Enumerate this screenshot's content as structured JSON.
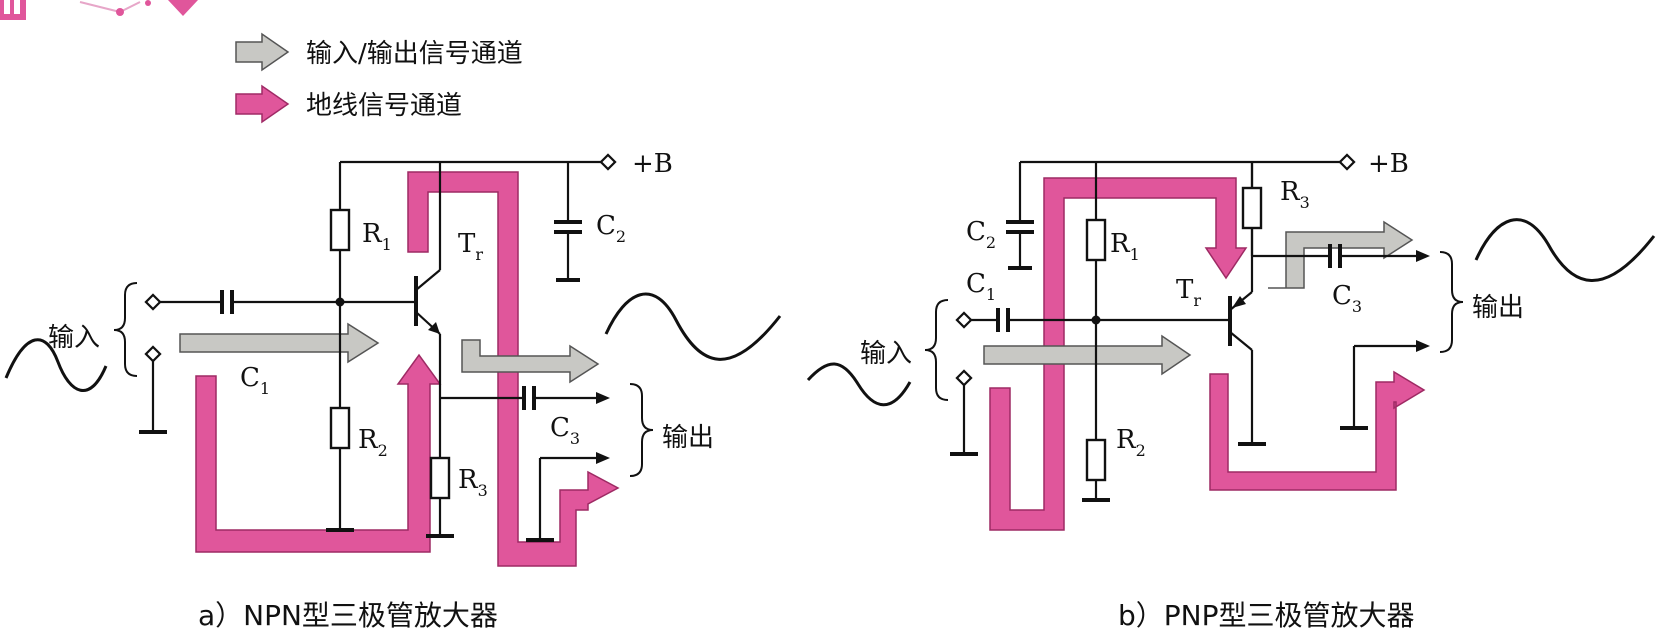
{
  "legend": {
    "io_path": "输入/输出信号通道",
    "ground_path": "地线信号通道"
  },
  "colors": {
    "io_arrow_fill": "#c8c8c4",
    "ground_arrow_fill": "#e0569b",
    "line": "#111111"
  },
  "left": {
    "supply": "+B",
    "input": "输入",
    "output": "输出",
    "transistor": [
      "T",
      "r"
    ],
    "R1": [
      "R",
      "1"
    ],
    "R2": [
      "R",
      "2"
    ],
    "R3": [
      "R",
      "3"
    ],
    "C1": [
      "C",
      "1"
    ],
    "C2": [
      "C",
      "2"
    ],
    "C3": [
      "C",
      "3"
    ],
    "caption": "a）NPN型三极管放大器"
  },
  "right": {
    "supply": "+B",
    "input": "输入",
    "output": "输出",
    "transistor": [
      "T",
      "r"
    ],
    "R1": [
      "R",
      "1"
    ],
    "R2": [
      "R",
      "2"
    ],
    "R3": [
      "R",
      "3"
    ],
    "C1": [
      "C",
      "1"
    ],
    "C2": [
      "C",
      "2"
    ],
    "C3": [
      "C",
      "3"
    ],
    "caption": "b）PNP型三极管放大器"
  }
}
